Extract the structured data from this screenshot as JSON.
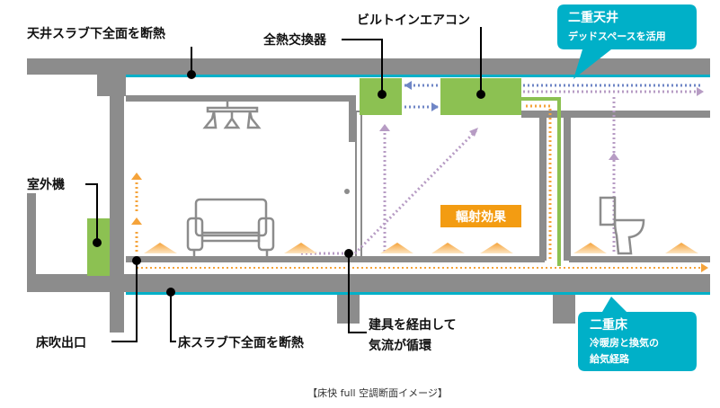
{
  "labels": {
    "ceiling_insulation": "天井スラブ下全面を断熱",
    "heat_exchanger": "全熱交換器",
    "builtin_aircon": "ビルトインエアコン",
    "outdoor_unit": "室外機",
    "floor_outlet": "床吹出口",
    "floor_insulation": "床スラブ下全面を断熱",
    "airflow_line1": "建具を経由して",
    "airflow_line2": "気流が循環",
    "radiant_effect": "輻射効果"
  },
  "callouts": {
    "double_ceiling": {
      "title": "二重天井",
      "text": "デッドスペースを活用"
    },
    "double_floor": {
      "title": "二重床",
      "text_line1": "冷暖房と換気の",
      "text_line2": "給気経路"
    }
  },
  "caption": "【床快 full 空調断面イメージ】",
  "colors": {
    "structure": "#8c8c8c",
    "insulation": "#00b0c8",
    "equipment": "#8cc152",
    "warm": "#f5a33a",
    "return_air": "#b79cc4",
    "supply_air": "#6f86c6"
  }
}
